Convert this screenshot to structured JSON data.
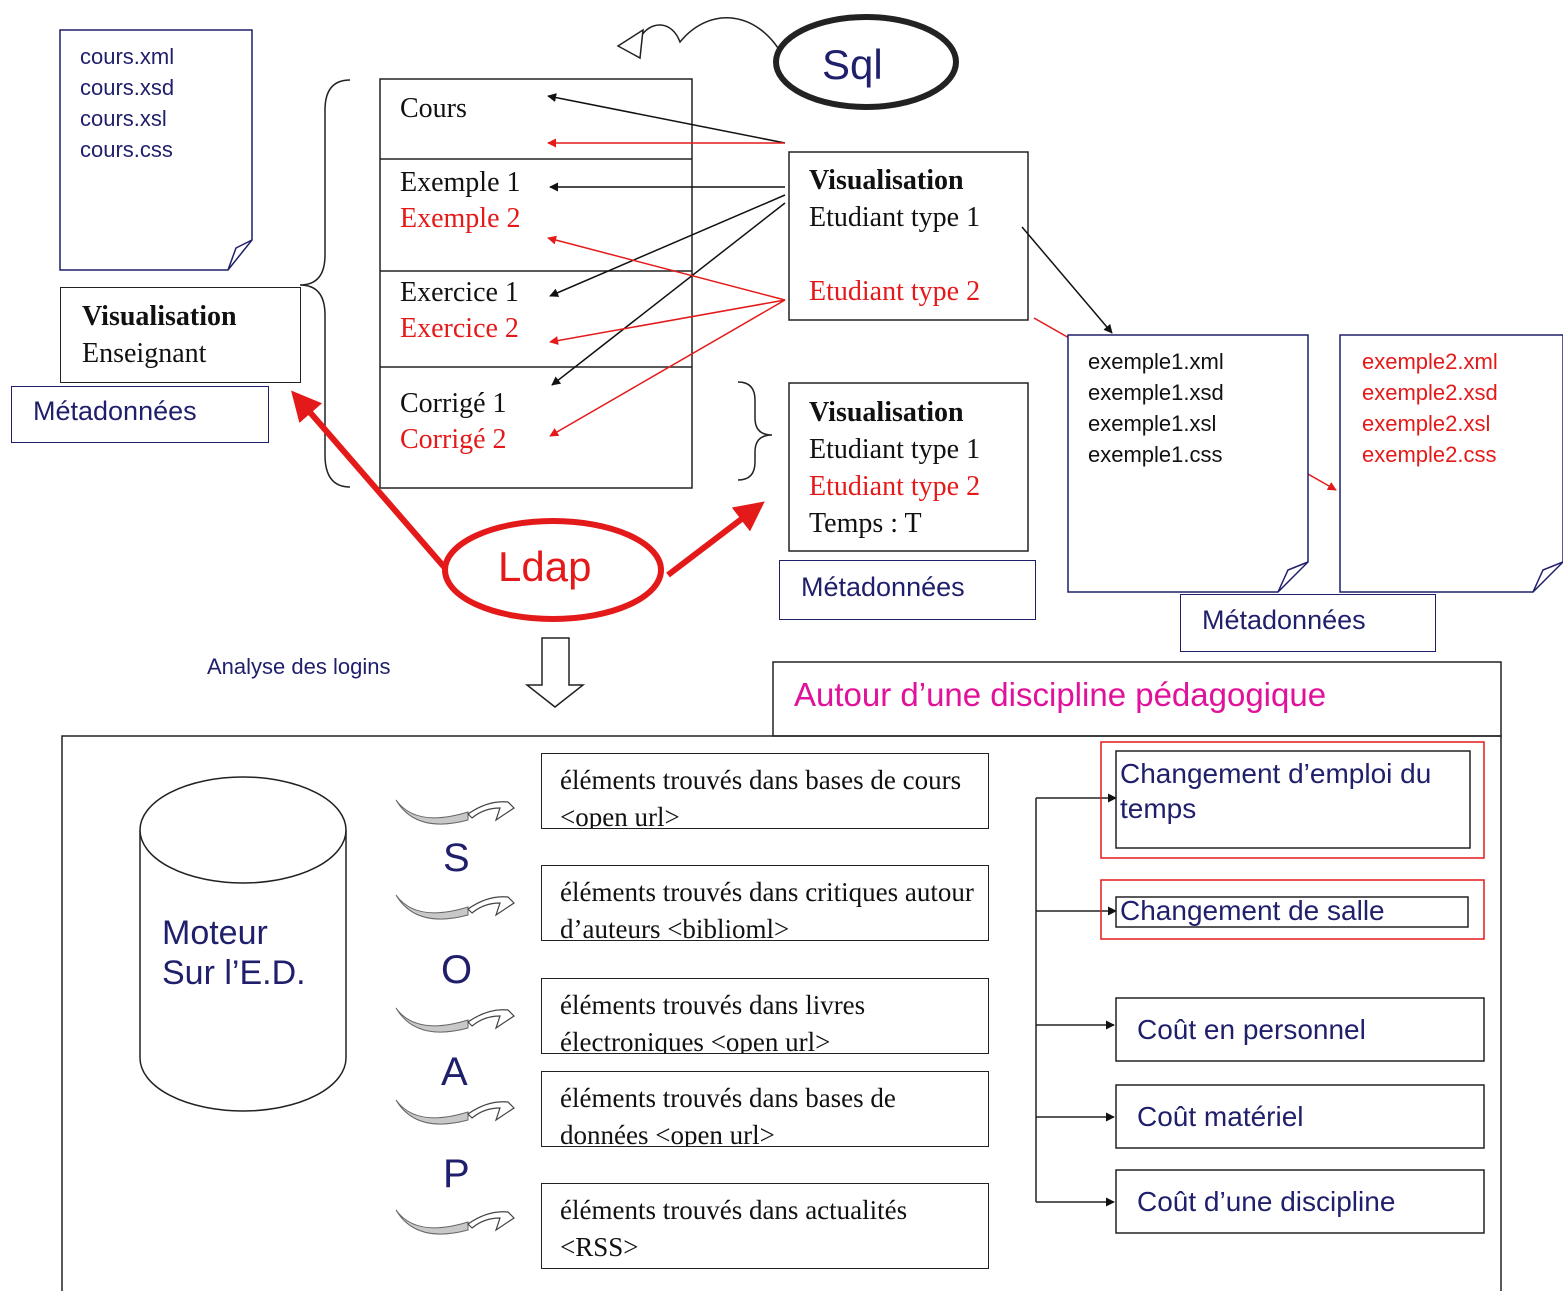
{
  "left_doc": {
    "files": [
      "cours.xml",
      "cours.xsd",
      "cours.xsl",
      "cours.css"
    ]
  },
  "teacher_view": {
    "title": "Visualisation",
    "subtitle": "Enseignant"
  },
  "metadata_label": "Métadonnées",
  "course_sections": {
    "cours": "Cours",
    "exemple1": "Exemple 1",
    "exemple2": "Exemple 2",
    "exercice1": "Exercice 1",
    "exercice2": "Exercice 2",
    "corrige1": "Corrigé 1",
    "corrige2": "Corrigé 2"
  },
  "student_view": {
    "title": "Visualisation",
    "type1": "Etudiant type 1",
    "type2": "Etudiant type 2"
  },
  "timed_view": {
    "title": "Visualisation",
    "type1": "Etudiant type 1",
    "type2": "Etudiant type 2",
    "time": "Temps : T"
  },
  "sql_label": "Sql",
  "ldap_label": "Ldap",
  "example1_doc": {
    "files": [
      "exemple1.xml",
      "exemple1.xsd",
      "exemple1.xsl",
      "exemple1.css"
    ]
  },
  "example2_doc": {
    "files": [
      "exemple2.xml",
      "exemple2.xsd",
      "exemple2.xsl",
      "exemple2.css"
    ]
  },
  "login_analysis": "Analyse des logins",
  "discipline_title": "Autour d’une discipline pédagogique",
  "engine": {
    "line1": "Moteur",
    "line2": "Sur l’E.D."
  },
  "soap_letters": [
    "S",
    "O",
    "A",
    "P"
  ],
  "search_boxes": [
    "éléments trouvés dans bases de cours <open url>",
    "éléments trouvés dans critiques autour d’auteurs <biblioml>",
    "éléments trouvés dans livres électroniques <open url>",
    "éléments trouvés dans bases de données <open url>",
    "éléments trouvés dans actualités <RSS>"
  ],
  "outputs": {
    "emploi": "Changement d’emploi du temps",
    "salle": "Changement de salle",
    "personnel": "Coût en personnel",
    "materiel": "Coût matériel",
    "discipline": "Coût d’une discipline"
  },
  "colors": {
    "black": "#111111",
    "red": "#e41a1a",
    "navy": "#1f1f6b",
    "magenta": "#e0119a",
    "gray": "#c8c8c8"
  }
}
